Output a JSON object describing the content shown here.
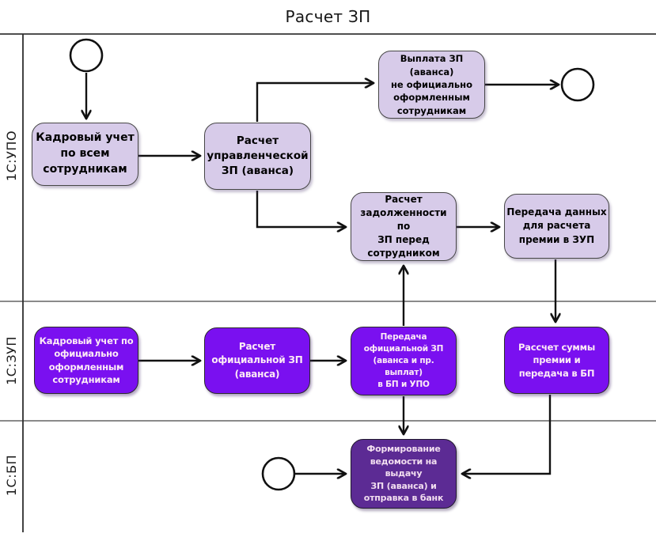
{
  "title": "Расчет ЗП",
  "lanes": [
    {
      "label": "1С:УПО"
    },
    {
      "label": "1С:ЗУП"
    },
    {
      "label": "1С:БП"
    }
  ],
  "nodes": {
    "hr_all": "Кадровый учет\nпо всем\nсотрудникам",
    "calc_mgmt_salary": "Расчет\nуправленческой\nЗП (аванса)",
    "pay_unofficial": "Выплата ЗП (аванса)\nне официально\nоформленным\nсотрудникам",
    "calc_debt": "Расчет\nзадолженности по\nЗП перед\nсотрудником",
    "transfer_bonus_data": "Передача данных\nдля расчета\nпремии в ЗУП",
    "hr_official": "Кадровый учет по\nофициально\nоформленным\nсотрудникам",
    "calc_official_salary": "Расчет\nофициальной ЗП\n(аванса)",
    "transfer_official_salary": "Передача\nофициальной ЗП\n(аванса и пр. выплат)\nв БП и УПО",
    "calc_bonus_sum": "Рассчет суммы\nпремии и\nпередача в БП",
    "form_statement": "Формирование\nведомости на выдачу\nЗП (аванса) и\nотправка в банк"
  },
  "colors": {
    "task_light_fill": "#d7cbe9",
    "task_purple_fill": "#7a10f0",
    "task_dark_purple_fill": "#5c2b94",
    "connector": "#111111",
    "lane_border": "#8a8a8a"
  }
}
